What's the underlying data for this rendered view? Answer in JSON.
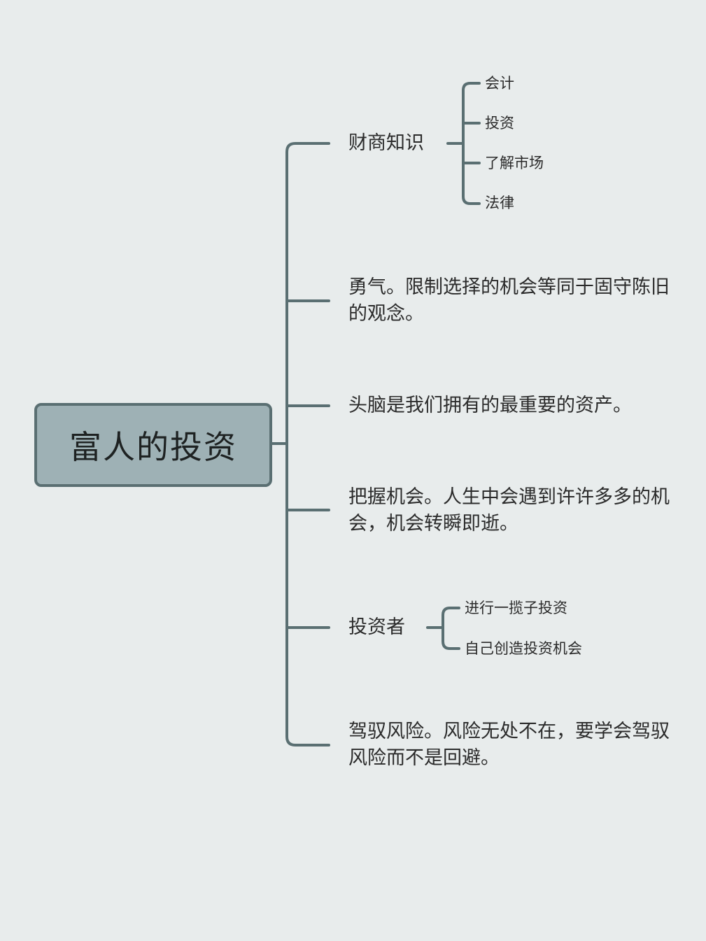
{
  "root": {
    "label": "富人的投资"
  },
  "branches": [
    {
      "label": "财商知识",
      "children": [
        "会计",
        "投资",
        "了解市场",
        "法律"
      ]
    },
    {
      "label": "勇气。限制选择的机会等同于固守陈旧的观念。"
    },
    {
      "label": "头脑是我们拥有的最重要的资产。"
    },
    {
      "label": "把握机会。人生中会遇到许许多多的机会，机会转瞬即逝。"
    },
    {
      "label": "投资者",
      "children": [
        "进行一揽子投资",
        "自己创造投资机会"
      ]
    },
    {
      "label": "驾驭风险。风险无处不在，要学会驾驭风险而不是回避。"
    }
  ],
  "colors": {
    "background": "#e8ecec",
    "connector": "#5a6f72",
    "root_fill": "#9eb1b5",
    "text": "#2b2b2b"
  }
}
